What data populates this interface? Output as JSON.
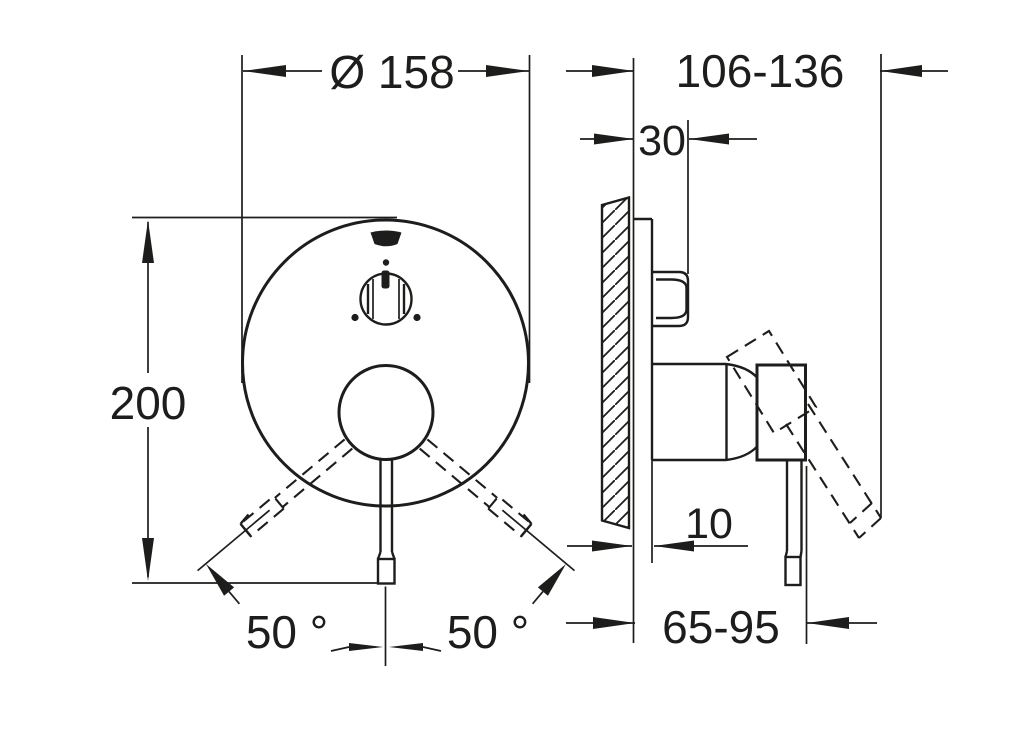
{
  "drawing": {
    "colors": {
      "line": "#1d1d1b",
      "background": "#ffffff"
    },
    "dimensions": {
      "diameter": "Ø 158",
      "height": "200",
      "depth_range": "106-136",
      "wall_thickness": "30",
      "min_cover_depth": "10",
      "lever_depth_range": "65-95",
      "angle_left": "50 °",
      "angle_right": "50 °"
    }
  }
}
